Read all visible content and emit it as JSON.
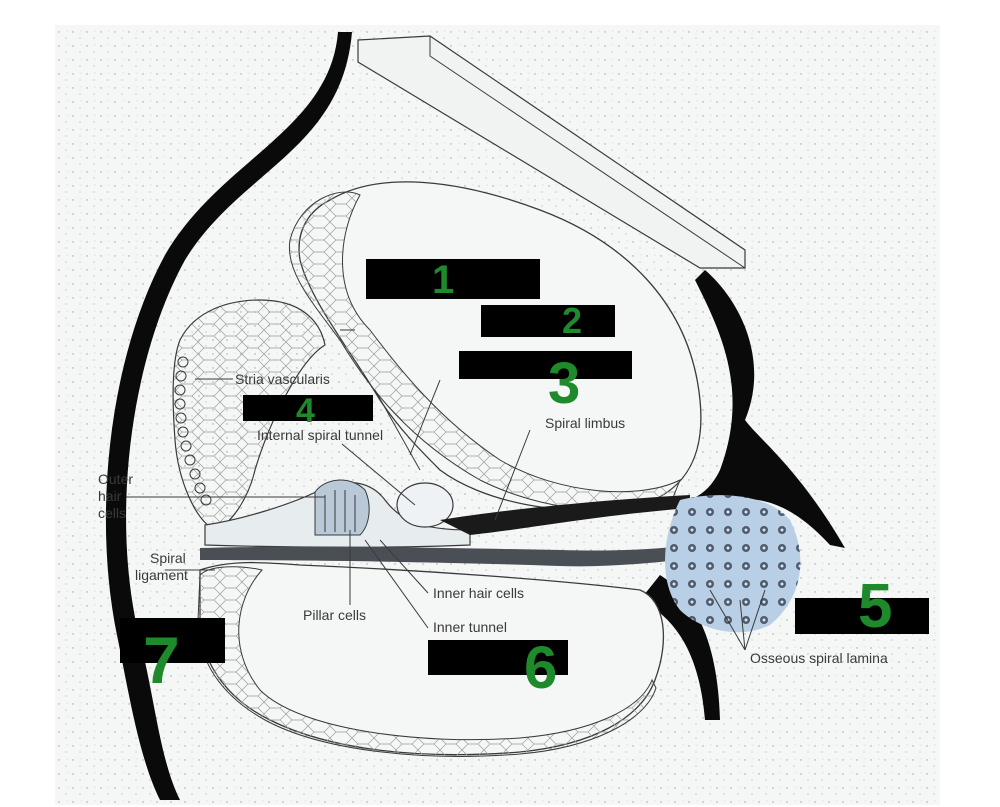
{
  "labels": {
    "stria_vascularis": "Stria vascularis",
    "internal_spiral_tunnel": "Internal spiral tunnel",
    "spiral_limbus": "Spiral limbus",
    "outer_hair_cells_1": "Outer",
    "outer_hair_cells_2": "hair",
    "outer_hair_cells_3": "cells",
    "spiral_ligament_1": "Spiral",
    "spiral_ligament_2": "ligament",
    "pillar_cells": "Pillar cells",
    "inner_hair_cells": "Inner hair cells",
    "inner_tunnel": "Inner tunnel",
    "osseous_spiral_lamina": "Osseous spiral lamina"
  },
  "handwritten": {
    "n1": "1",
    "n2": "2",
    "n3": "3",
    "n4": "4",
    "n5": "5",
    "n6": "6",
    "n7": "7"
  },
  "colors": {
    "ink": "#1a1a1a",
    "bone": "#000000",
    "paper": "#f4f7f6",
    "nerve": "#b9cfe6",
    "handwriting": "#1f8a2b",
    "redaction": "#000000"
  }
}
